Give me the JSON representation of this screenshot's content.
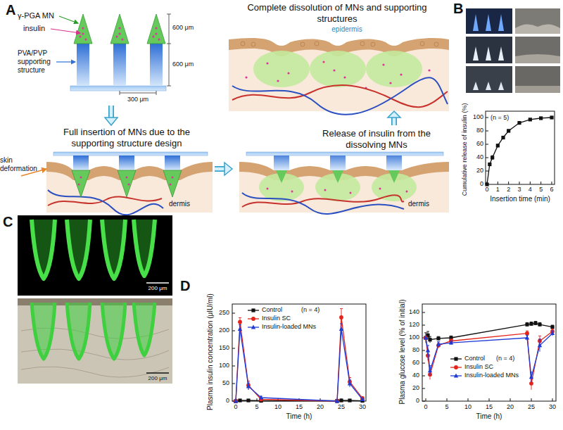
{
  "diagram": {
    "nodes": [
      {
        "text": [
          "γ-PGA MN",
          "insulin",
          "PVA/PVP supporting structure",
          "600 μm",
          "600 μm",
          "300 μm"
        ]
      },
      {
        "text": [
          "Complete dissolution of MNs and supporting structures",
          "epidermis"
        ]
      },
      {
        "text": [
          "Full insertion of MNs due to the supporting structure design",
          "skin deformation",
          "dermis"
        ]
      },
      {
        "text": [
          "Release of insulin from the dissolving MNs",
          "dermis"
        ]
      }
    ],
    "edges": [
      {
        "from": 0,
        "to": 2,
        "arrow": "to"
      },
      {
        "from": 2,
        "to": 3,
        "arrow": "to"
      },
      {
        "from": 3,
        "to": 1,
        "arrow": "to"
      }
    ],
    "labels": [
      "A",
      "B",
      "(n = 5)",
      "Cumulative release of insulin (%)",
      "Insertion time (min)",
      "0",
      "20",
      "40",
      "60",
      "80",
      "100",
      "0",
      "1",
      "2",
      "3",
      "4",
      "5",
      "6",
      "C",
      "200 μm",
      "200 μm",
      "D",
      "Plasma insulin concentration (μIU/ml)",
      "Time (h)",
      "(n = 4)",
      "0",
      "50",
      "100",
      "150",
      "200",
      "250",
      "0",
      "5",
      "10",
      "15",
      "20",
      "25",
      "30",
      "Plasma glucose level (% of initial)",
      "Time (h)",
      "(n = 4)",
      "0",
      "20",
      "40",
      "60",
      "80",
      "100",
      "120",
      "140",
      "0",
      "5",
      "10",
      "15",
      "20",
      "25",
      "30"
    ],
    "legend": [
      {
        "text": "Control"
      },
      {
        "text": "Insulin SC"
      },
      {
        "text": "Insulin-loaded MNs"
      },
      {
        "text": "Control"
      },
      {
        "text": "Insulin SC"
      },
      {
        "text": "Insulin-loaded MNs"
      }
    ]
  }
}
